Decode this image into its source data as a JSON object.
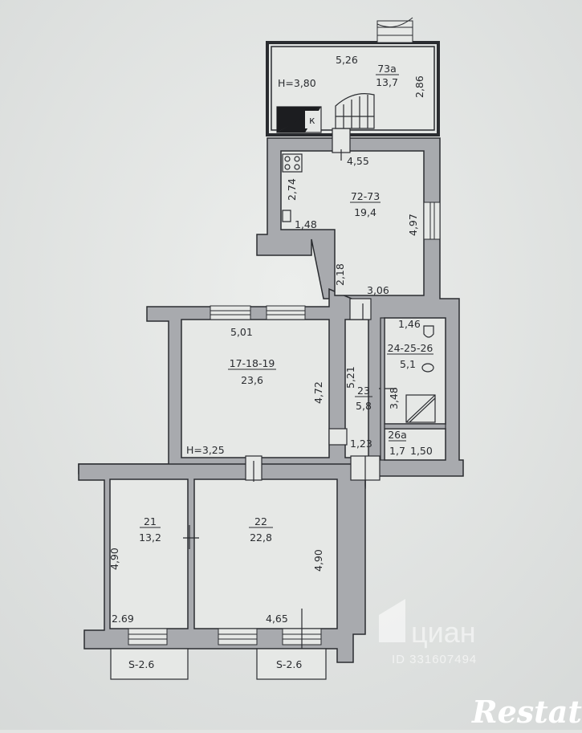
{
  "rooms": [
    {
      "id": "73a",
      "number": "73а",
      "area": "13,7"
    },
    {
      "id": "72-73",
      "number": "72-73",
      "area": "19,4"
    },
    {
      "id": "17-18-19",
      "number": "17-18-19",
      "area": "23,6"
    },
    {
      "id": "23",
      "number": "23",
      "area": "5,8"
    },
    {
      "id": "24-25-26",
      "number": "24-25-26",
      "area": "5,1"
    },
    {
      "id": "26a",
      "number": "26а",
      "area": "1,7"
    },
    {
      "id": "21",
      "number": "21",
      "area": "13,2"
    },
    {
      "id": "22",
      "number": "22",
      "area": "22,8"
    }
  ],
  "dimensions": {
    "d526": "5,26",
    "d286": "2,86",
    "d455": "4,55",
    "d274": "2,74",
    "d148": "1,48",
    "d497": "4,97",
    "d218": "2,18",
    "d306": "3,06",
    "d501": "5,01",
    "d472": "4,72",
    "d521": "5,21",
    "d146": "1,46",
    "d348": "3,48",
    "d123": "1,23",
    "d150": "1,50",
    "d490a": "4,90",
    "d490b": "4,90",
    "d269": "2.69",
    "d465": "4,65"
  },
  "heights": {
    "h380": "H=3,80",
    "h325": "H=3,25"
  },
  "slabs": {
    "s1": "S-2.6",
    "s2": "S-2.6"
  },
  "markers": {
    "k": "к"
  },
  "watermark": {
    "logo": "циан",
    "id": "ID 331607494"
  },
  "brand": {
    "name": "Restate"
  },
  "colors": {
    "wall": "#a8aaae",
    "line": "#2a2c30",
    "paper": "#e3e5e3",
    "dark_fill": "#1c1d20"
  }
}
